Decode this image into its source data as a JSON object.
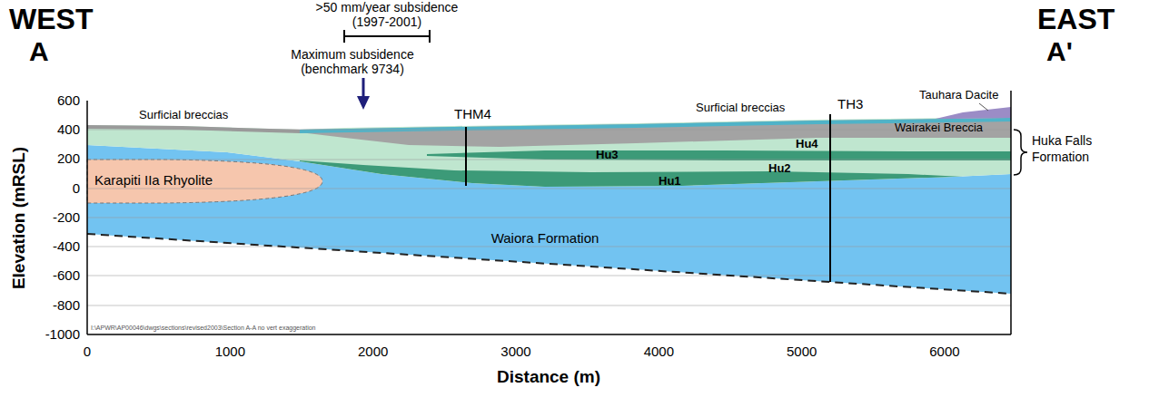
{
  "diagram": {
    "labels": [
      "WEST",
      "A",
      "EAST",
      "A'",
      ">50 mm/year subsidence",
      "(1997-2001)",
      "Maximum subsidence",
      "(benchmark 9734)",
      "THM4",
      "TH3",
      "Surficial breccias",
      "Surficial breccias",
      "Tauhara Dacite",
      "Wairakei Breccia",
      "Hu4",
      "Hu3",
      "Hu2",
      "Hu1",
      "Huka Falls Formation",
      "Karapiti IIa Rhyolite",
      "Waiora Formation",
      "Elevation (mRSL)",
      "600",
      "400",
      "200",
      "0",
      "-200",
      "-400",
      "-600",
      "-800",
      "-1000",
      "0",
      "1000",
      "2000",
      "3000",
      "4000",
      "5000",
      "6000",
      "Distance (m)",
      "I:\\APWR\\AP00046\\dwgs\\sections\\revised2003\\Section A-A no vert exaggeration"
    ]
  }
}
